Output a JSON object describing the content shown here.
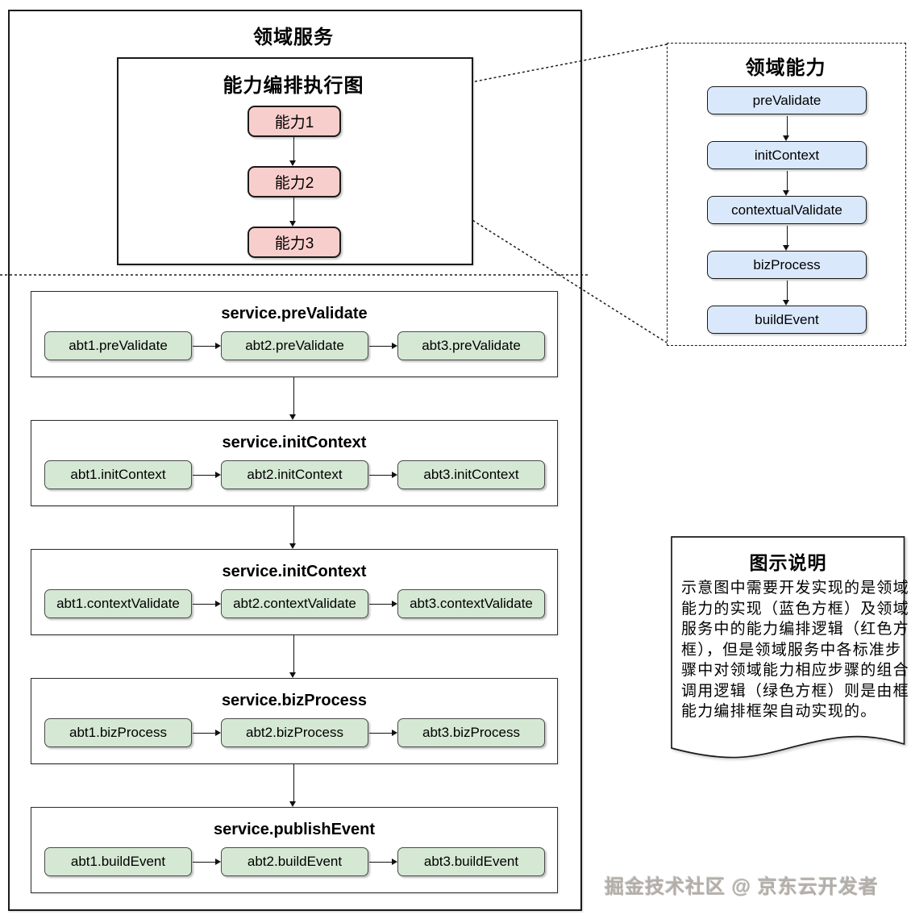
{
  "domain_service": {
    "title": "领域服务",
    "orchestration": {
      "title": "能力编排执行图",
      "nodes": [
        "能力1",
        "能力2",
        "能力3"
      ]
    },
    "rows": [
      {
        "title": "service.preValidate",
        "items": [
          "abt1.preValidate",
          "abt2.preValidate",
          "abt3.preValidate"
        ]
      },
      {
        "title": "service.initContext",
        "items": [
          "abt1.initContext",
          "abt2.initContext",
          "abt3.initContext"
        ]
      },
      {
        "title": "service.initContext",
        "items": [
          "abt1.contextValidate",
          "abt2.contextValidate",
          "abt3.contextValidate"
        ]
      },
      {
        "title": "service.bizProcess",
        "items": [
          "abt1.bizProcess",
          "abt2.bizProcess",
          "abt3.bizProcess"
        ]
      },
      {
        "title": "service.publishEvent",
        "items": [
          "abt1.buildEvent",
          "abt2.buildEvent",
          "abt3.buildEvent"
        ]
      }
    ]
  },
  "domain_capability": {
    "title": "领域能力",
    "nodes": [
      "preValidate",
      "initContext",
      "contextualValidate",
      "bizProcess",
      "buildEvent"
    ]
  },
  "legend_note": {
    "title": "图示说明",
    "lines": [
      "示意图中需要开发实现的是领域",
      "能力的实现（蓝色方框）及领域",
      "服务中的能力编排逻辑（红色方",
      "框），但是领域服务中各标准步",
      "骤中对领域能力相应步骤的组合",
      "调用逻辑（绿色方框）则是由框",
      "能力编排框架自动实现的。"
    ]
  },
  "watermark": "掘金技术社区 @ 京东云开发者",
  "colors": {
    "capability_node_fill": "#f8cecc",
    "domain_node_fill": "#dae8fc",
    "auto_node_fill": "#d5e8d4",
    "stroke": "#1a1a1a"
  }
}
